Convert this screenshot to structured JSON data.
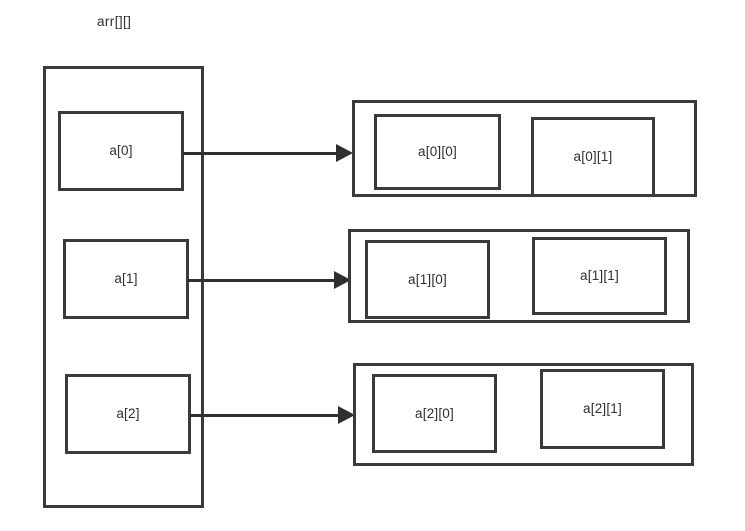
{
  "diagram": {
    "title": "arr[][]",
    "type": "2d-array-memory-layout",
    "background_color": "#ffffff",
    "stroke_color": "#3a3a3a",
    "text_color": "#2f2f2f",
    "pointer_column": {
      "name": "arr-pointer-column",
      "cells": [
        {
          "label": "a[0]"
        },
        {
          "label": "a[1]"
        },
        {
          "label": "a[2]"
        }
      ]
    },
    "rows": [
      {
        "name": "row-0",
        "cells": [
          {
            "label": "a[0][0]"
          },
          {
            "label": "a[0][1]"
          }
        ]
      },
      {
        "name": "row-1",
        "cells": [
          {
            "label": "a[1][0]"
          },
          {
            "label": "a[1][1]"
          }
        ]
      },
      {
        "name": "row-2",
        "cells": [
          {
            "label": "a[2][0]"
          },
          {
            "label": "a[2][1]"
          }
        ]
      }
    ],
    "arrows": [
      {
        "name": "arrow-a0",
        "from": "a[0]",
        "to": "row-0"
      },
      {
        "name": "arrow-a1",
        "from": "a[1]",
        "to": "row-1"
      },
      {
        "name": "arrow-a2",
        "from": "a[2]",
        "to": "row-2"
      }
    ]
  }
}
